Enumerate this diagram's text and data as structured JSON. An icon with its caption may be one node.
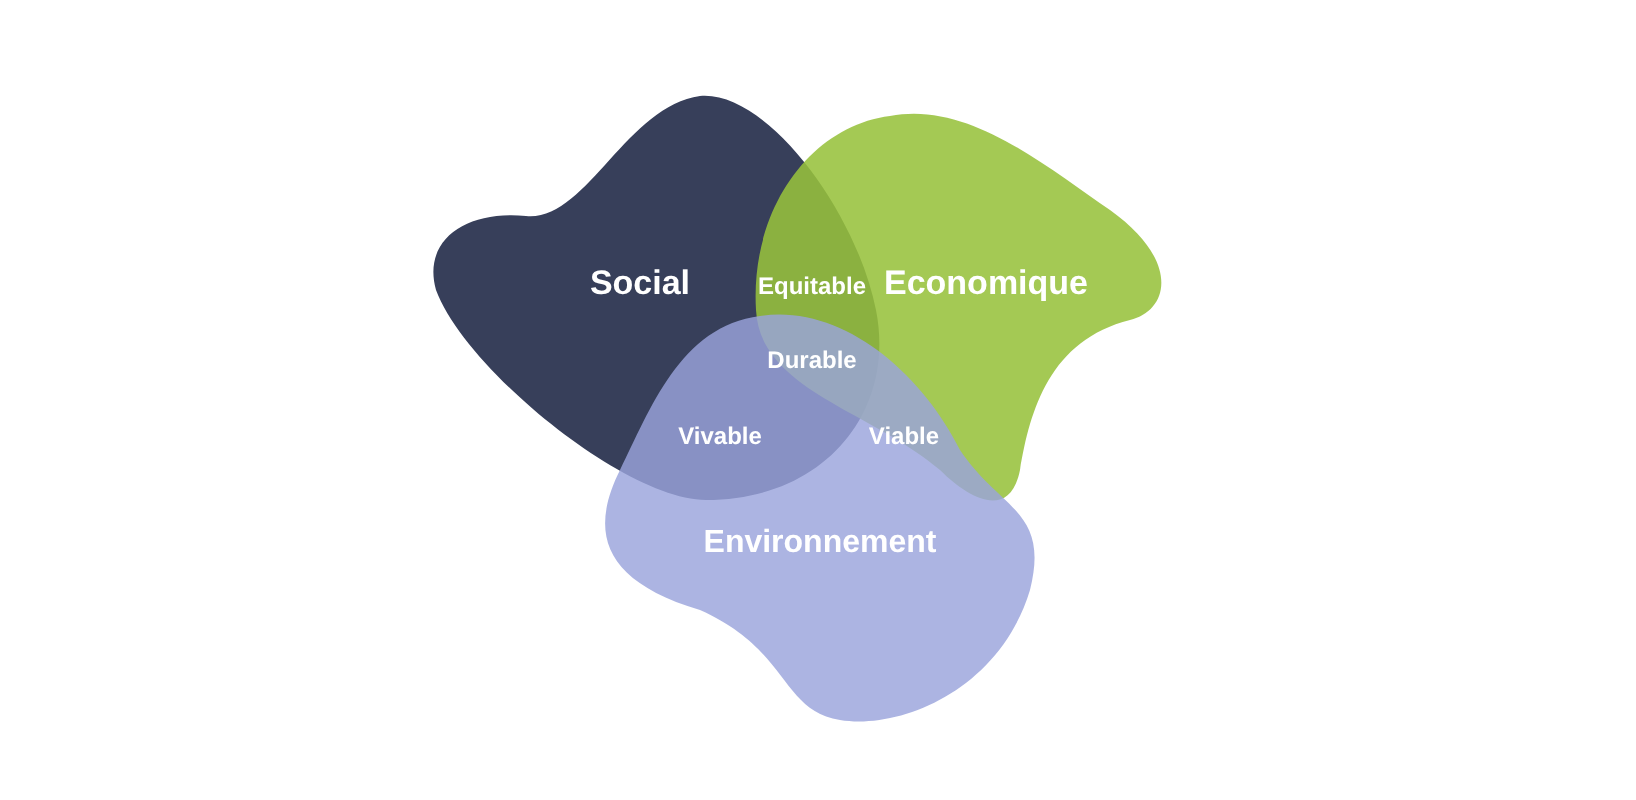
{
  "diagram": {
    "nodes": [
      {
        "text": [
          "Social"
        ]
      },
      {
        "text": [
          "Economique"
        ]
      },
      {
        "text": [
          "Environnement"
        ]
      }
    ],
    "edges": [],
    "labels": [
      "Equitable",
      "Durable",
      "Vivable",
      "Viable"
    ]
  }
}
